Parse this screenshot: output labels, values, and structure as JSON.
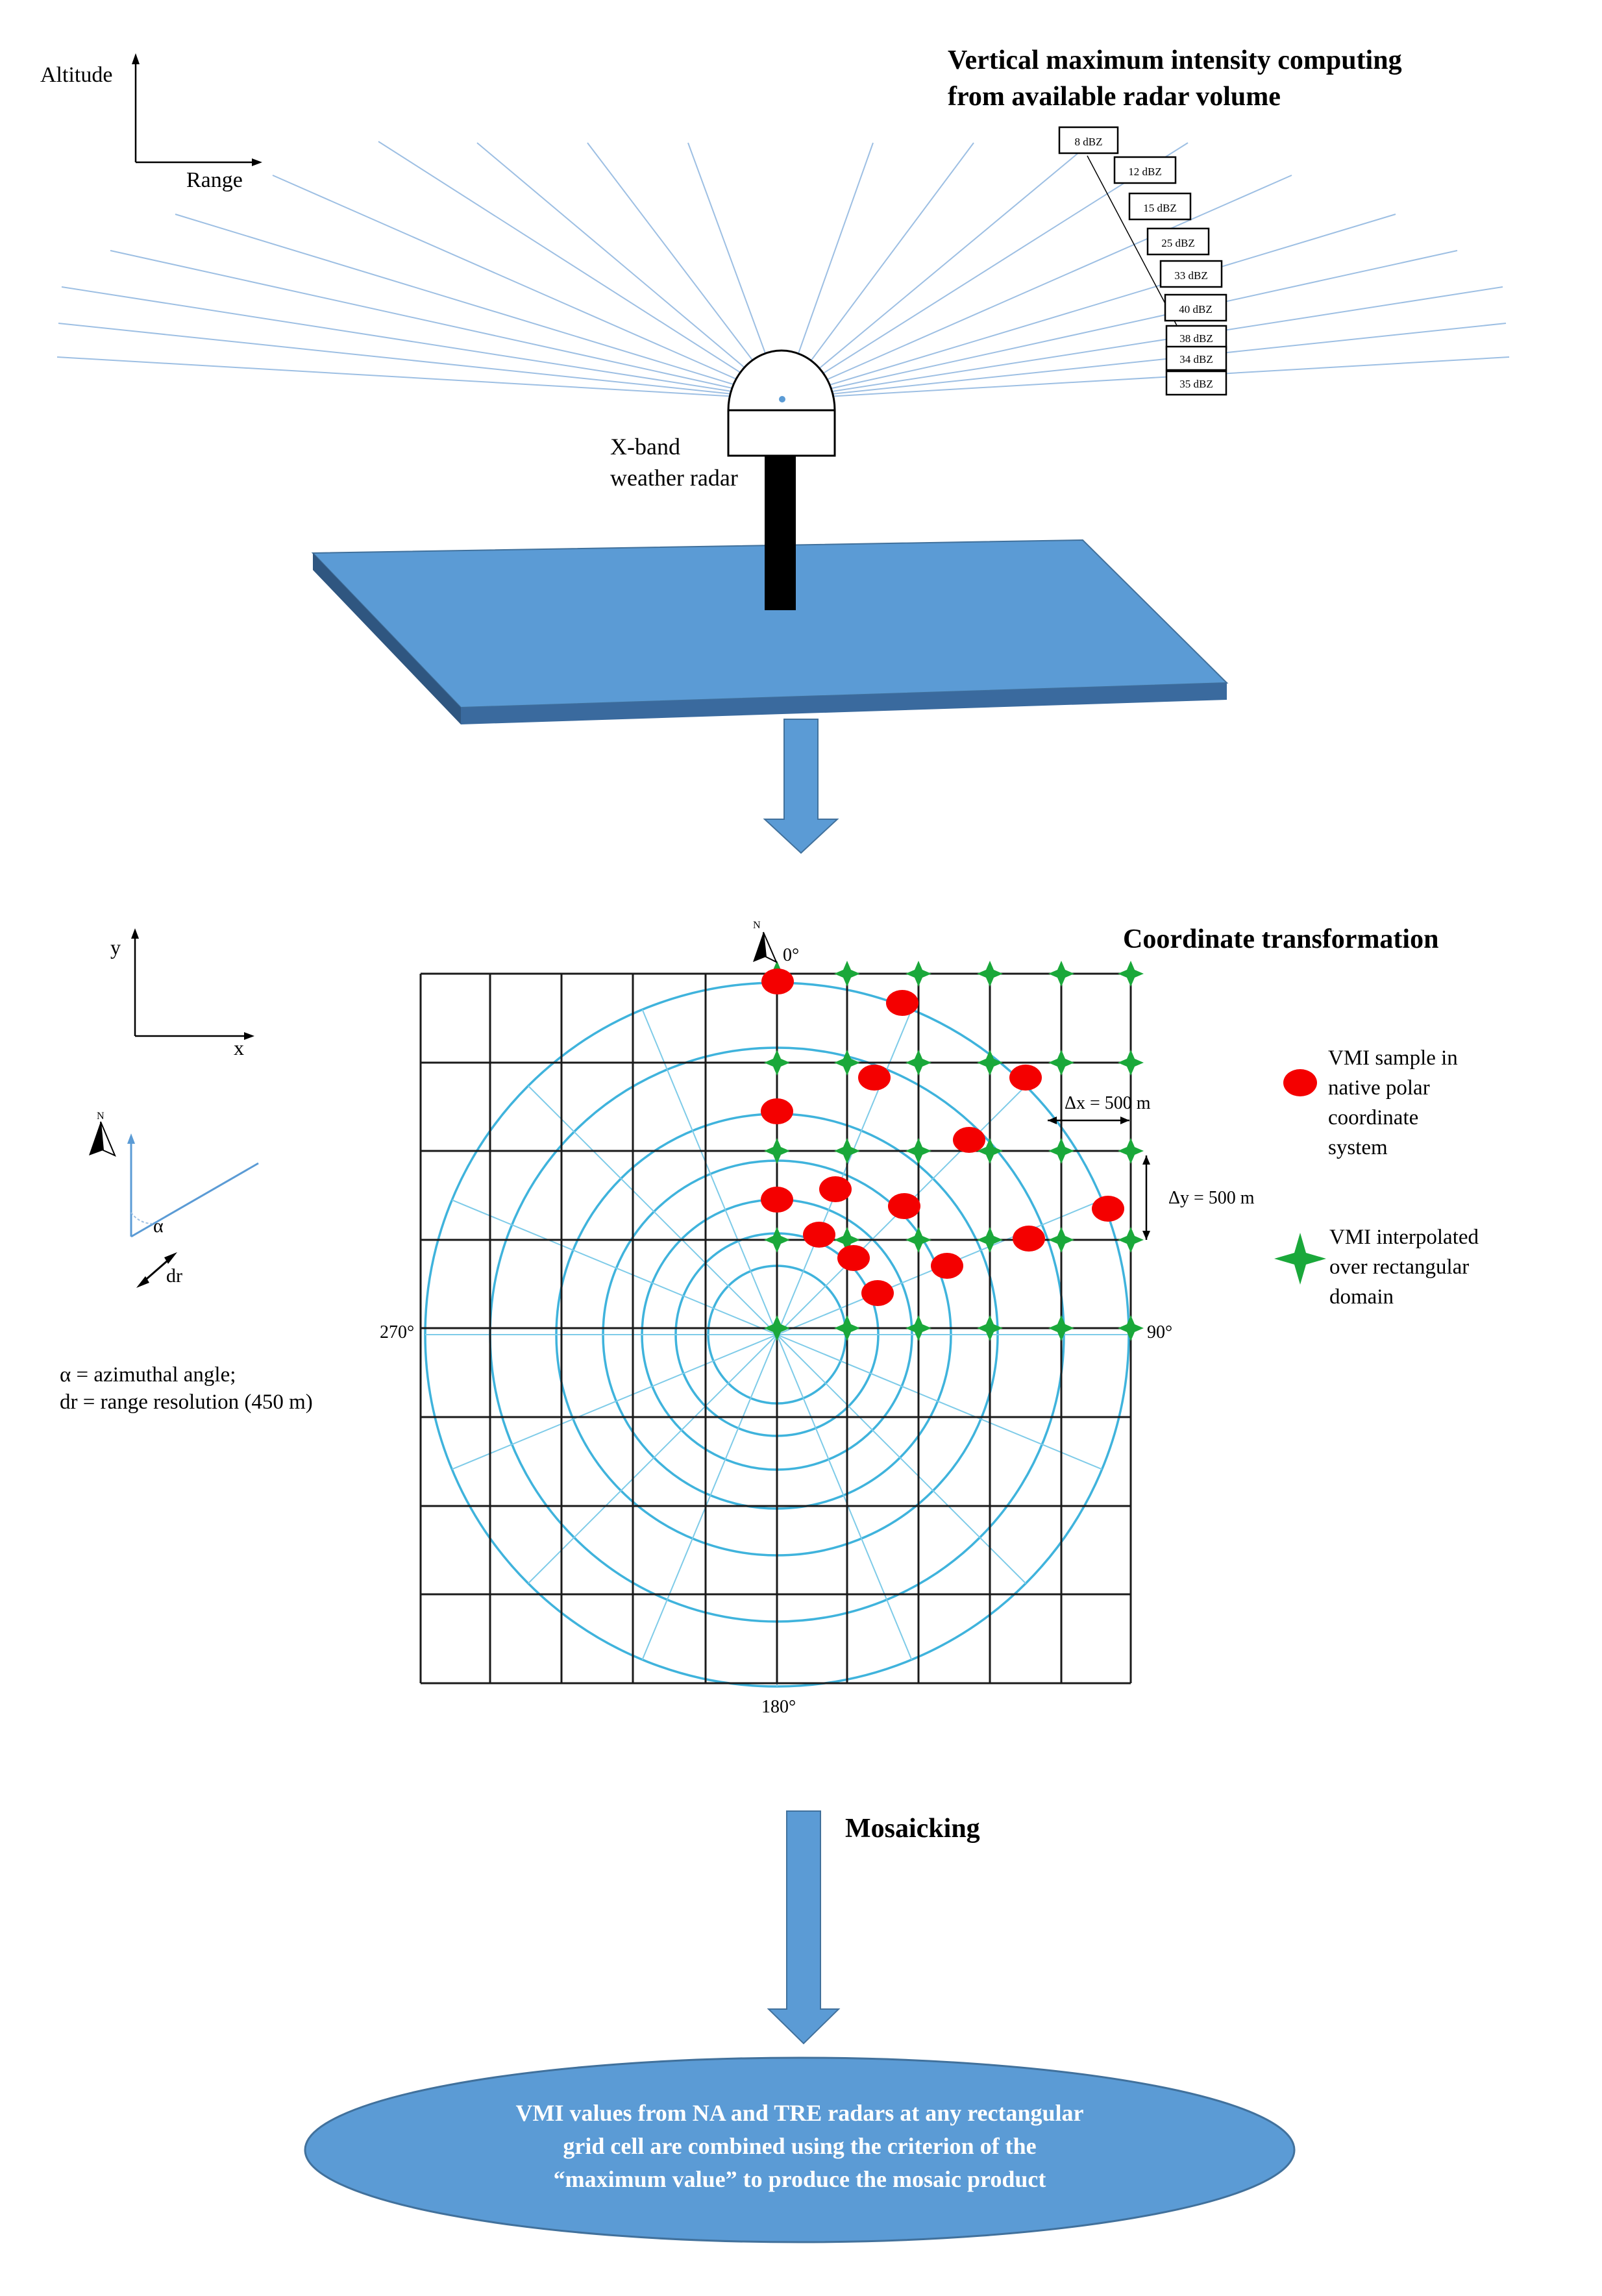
{
  "axes_top": {
    "y_label": "Altitude",
    "x_label": "Range"
  },
  "top_title": [
    "Vertical maximum intensity computing",
    "from available radar volume"
  ],
  "reflectivity_boxes": [
    "8 dBZ",
    "12 dBZ",
    "15 dBZ",
    "25 dBZ",
    "33 dBZ",
    "40 dBZ",
    "38 dBZ",
    "34 dBZ",
    "35 dBZ"
  ],
  "radar_label": [
    "X-band",
    "weather radar"
  ],
  "axes_mid": {
    "y_label": "y",
    "x_label": "x"
  },
  "north_symbol": "N",
  "polar_legend": {
    "alpha": "α",
    "dr": "dr"
  },
  "definitions": [
    "α = azimuthal angle;",
    "dr = range resolution (450 m)"
  ],
  "coordinate_title": "Coordinate transformation",
  "compass": {
    "north": "0°",
    "east": "90°",
    "south": "180°",
    "west": "270°"
  },
  "spacing": {
    "dx": "Δx = 500 m",
    "dy": "Δy = 500 m"
  },
  "legend": {
    "vmi_sample": [
      "VMI sample in",
      "native polar",
      "coordinate",
      "system"
    ],
    "vmi_interpolated": [
      "VMI interpolated",
      "over rectangular",
      "domain"
    ]
  },
  "mosaic_title": "Mosaicking",
  "result": [
    "VMI values from NA and TRE radars at any rectangular",
    "grid cell are combined using the criterion of the",
    "“maximum value” to produce the mosaic product"
  ],
  "colors": {
    "platform_top": "#5b9bd5",
    "platform_side": "#2f5680",
    "arrow": "#5b9bd5",
    "arrow_stroke": "#41719c",
    "ellipse": "#5b9bd5",
    "sample_dot": "#f40000",
    "interp_star": "#1aa83a",
    "polar_circle": "#3fb3dc"
  }
}
